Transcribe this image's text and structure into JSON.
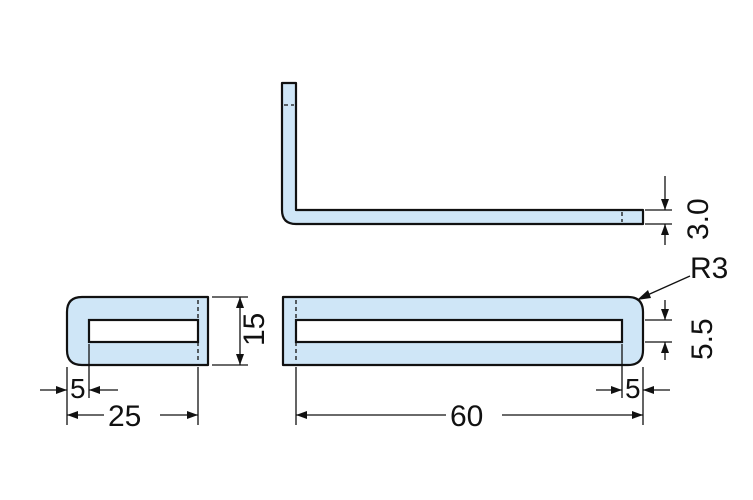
{
  "diagram": {
    "dimensions": {
      "thickness": "3.0",
      "radius": "R3",
      "width": "15",
      "slot_width": "5.5",
      "short_leg_length": "25",
      "long_leg_length": "60",
      "left_margin": "5",
      "right_margin": "5"
    },
    "colors": {
      "part_fill": "#cfe6f7",
      "outline": "#111111",
      "background": "#ffffff"
    }
  }
}
